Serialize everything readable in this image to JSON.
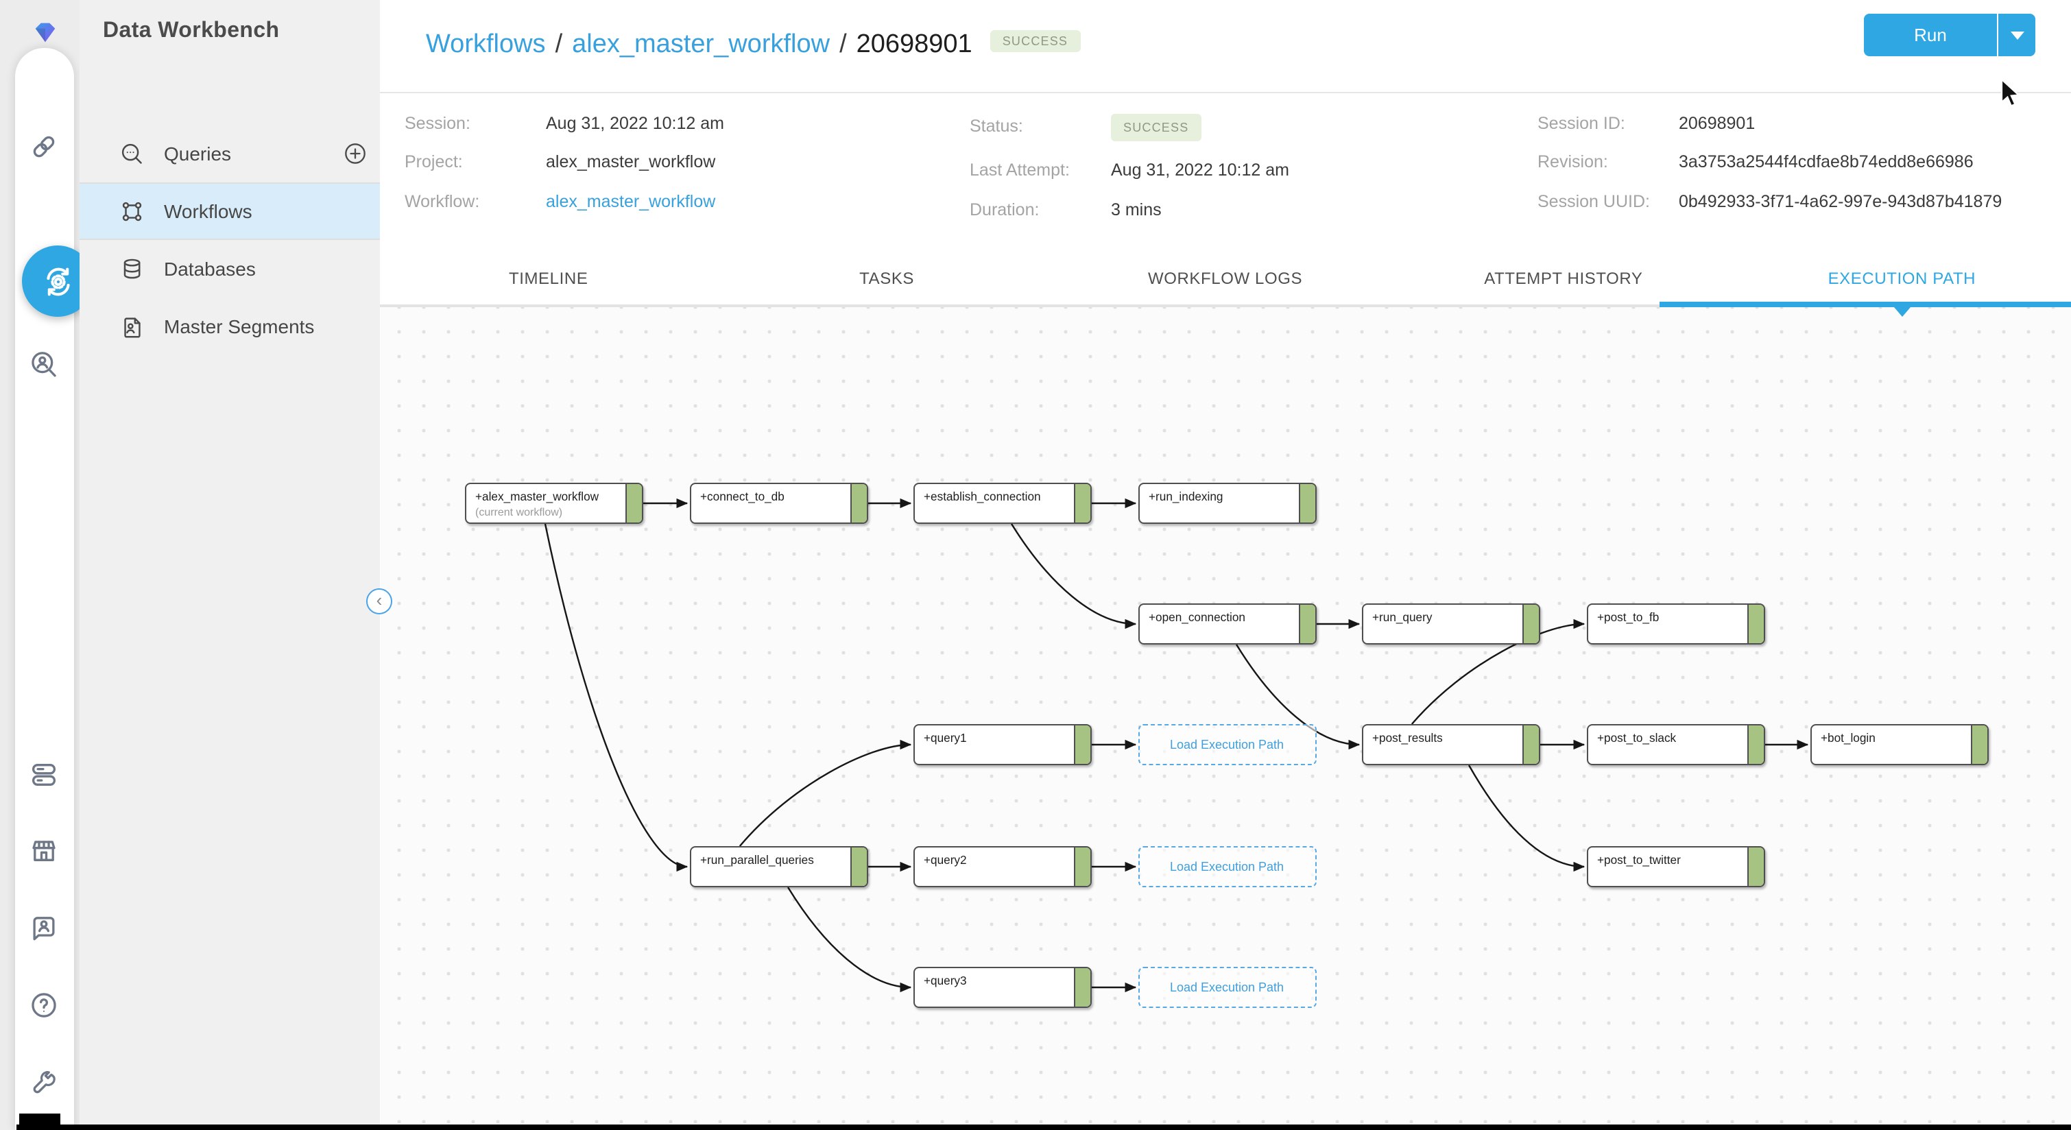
{
  "app": {
    "title": "Data Workbench"
  },
  "colors": {
    "accent": "#2ea7e2",
    "link_blue": "#38a1dd",
    "success_bg": "#e7efdd",
    "success_text": "#8d9a84",
    "node_green": "#a6c383"
  },
  "rail": {
    "icons": [
      "link",
      "workflow-sync",
      "audience-search",
      "toggles",
      "store",
      "contact",
      "help",
      "tools"
    ],
    "active": "workflow-sync"
  },
  "sidebar": {
    "items": [
      {
        "id": "queries",
        "label": "Queries",
        "icon": "query-search",
        "action": "plus",
        "active": false
      },
      {
        "id": "workflows",
        "label": "Workflows",
        "icon": "workflow",
        "active": true
      },
      {
        "id": "databases",
        "label": "Databases",
        "icon": "database",
        "active": false
      },
      {
        "id": "master-segments",
        "label": "Master Segments",
        "icon": "master-segment",
        "active": false
      }
    ]
  },
  "header": {
    "breadcrumb": [
      {
        "label": "Workflows",
        "link": true
      },
      {
        "label": "alex_master_workflow",
        "link": true
      },
      {
        "label": "20698901",
        "link": false
      }
    ],
    "separator": "/",
    "status_badge": "SUCCESS",
    "run_button": {
      "label": "Run"
    }
  },
  "session_info": {
    "columns": [
      {
        "rows": [
          {
            "label": "Session:",
            "value": "Aug 31, 2022 10:12 am",
            "type": "text"
          },
          {
            "label": "Project:",
            "value": "alex_master_workflow",
            "type": "text"
          },
          {
            "label": "Workflow:",
            "value": "alex_master_workflow",
            "type": "link"
          }
        ]
      },
      {
        "rows": [
          {
            "label": "Status:",
            "value": "SUCCESS",
            "type": "badge"
          },
          {
            "label": "Last Attempt:",
            "value": "Aug 31, 2022 10:12 am",
            "type": "text"
          },
          {
            "label": "Duration:",
            "value": "3 mins",
            "type": "text"
          }
        ]
      },
      {
        "rows": [
          {
            "label": "Session ID:",
            "value": "20698901",
            "type": "text"
          },
          {
            "label": "Revision:",
            "value": "3a3753a2544f4cdfae8b74edd8e66986",
            "type": "text"
          },
          {
            "label": "Session UUID:",
            "value": "0b492933-3f71-4a62-997e-943d87b41879",
            "type": "text"
          }
        ]
      }
    ]
  },
  "tabs": {
    "items": [
      {
        "label": "TIMELINE",
        "active": false
      },
      {
        "label": "TASKS",
        "active": false
      },
      {
        "label": "WORKFLOW LOGS",
        "active": false
      },
      {
        "label": "ATTEMPT HISTORY",
        "active": false
      },
      {
        "label": "EXECUTION PATH",
        "active": true
      }
    ]
  },
  "diagram": {
    "loader_label": "Load Execution Path",
    "nodes": [
      {
        "id": "alex_master_workflow",
        "label": "+alex_master_workflow",
        "sub": "(current workflow)",
        "type": "task",
        "col": 0,
        "row": 0
      },
      {
        "id": "connect_to_db",
        "label": "+connect_to_db",
        "type": "task",
        "col": 1,
        "row": 0
      },
      {
        "id": "establish_connection",
        "label": "+establish_connection",
        "type": "task",
        "col": 2,
        "row": 0
      },
      {
        "id": "run_indexing",
        "label": "+run_indexing",
        "type": "task",
        "col": 3,
        "row": 0
      },
      {
        "id": "open_connection",
        "label": "+open_connection",
        "type": "task",
        "col": 3,
        "row": 1
      },
      {
        "id": "run_query",
        "label": "+run_query",
        "type": "task",
        "col": 4,
        "row": 1
      },
      {
        "id": "post_to_fb",
        "label": "+post_to_fb",
        "type": "task",
        "col": 5,
        "row": 1
      },
      {
        "id": "query1",
        "label": "+query1",
        "type": "task",
        "col": 2,
        "row": 2
      },
      {
        "id": "lep1",
        "type": "loader",
        "col": 3,
        "row": 2
      },
      {
        "id": "post_results",
        "label": "+post_results",
        "type": "task",
        "col": 4,
        "row": 2
      },
      {
        "id": "post_to_slack",
        "label": "+post_to_slack",
        "type": "task",
        "col": 5,
        "row": 2
      },
      {
        "id": "bot_login",
        "label": "+bot_login",
        "type": "task",
        "col": 6,
        "row": 2
      },
      {
        "id": "run_parallel_queries",
        "label": "+run_parallel_queries",
        "type": "task",
        "col": 1,
        "row": 3
      },
      {
        "id": "query2",
        "label": "+query2",
        "type": "task",
        "col": 2,
        "row": 3
      },
      {
        "id": "lep2",
        "type": "loader",
        "col": 3,
        "row": 3
      },
      {
        "id": "post_to_twitter",
        "label": "+post_to_twitter",
        "type": "task",
        "col": 5,
        "row": 3
      },
      {
        "id": "query3",
        "label": "+query3",
        "type": "task",
        "col": 2,
        "row": 4
      },
      {
        "id": "lep3",
        "type": "loader",
        "col": 3,
        "row": 4
      }
    ],
    "edges": [
      [
        "alex_master_workflow",
        "connect_to_db"
      ],
      [
        "connect_to_db",
        "establish_connection"
      ],
      [
        "establish_connection",
        "run_indexing"
      ],
      [
        "establish_connection",
        "open_connection"
      ],
      [
        "open_connection",
        "run_query"
      ],
      [
        "open_connection",
        "post_results"
      ],
      [
        "post_results",
        "post_to_fb"
      ],
      [
        "post_results",
        "post_to_slack"
      ],
      [
        "post_to_slack",
        "bot_login"
      ],
      [
        "post_results",
        "post_to_twitter"
      ],
      [
        "alex_master_workflow",
        "run_parallel_queries"
      ],
      [
        "run_parallel_queries",
        "query1"
      ],
      [
        "run_parallel_queries",
        "query2"
      ],
      [
        "run_parallel_queries",
        "query3"
      ],
      [
        "query1",
        "lep1"
      ],
      [
        "query2",
        "lep2"
      ],
      [
        "query3",
        "lep3"
      ]
    ]
  }
}
